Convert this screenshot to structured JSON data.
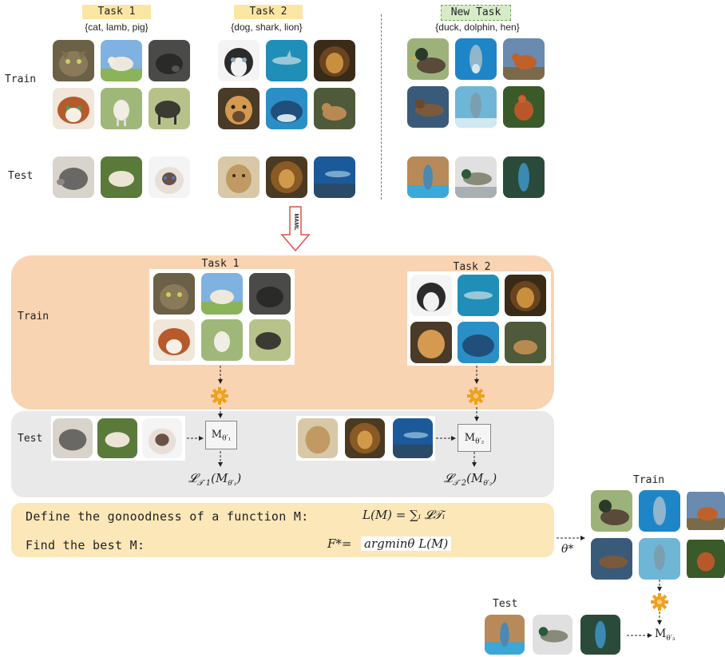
{
  "top": {
    "task1_label": "Task 1",
    "task1_set": "{cat, lamb, pig}",
    "task2_label": "Task 2",
    "task2_set": "{dog, shark, lion}",
    "newtask_label": "New Task",
    "newtask_set": "{duck, dolphin, hen}",
    "train_label": "Train",
    "test_label": "Test",
    "arrow_label": "MAML"
  },
  "meta": {
    "train_label": "Train",
    "test_label": "Test",
    "task1_label": "Task 1",
    "task2_label": "Task 2",
    "m1": "M",
    "m1_sub": "θ′₁",
    "m2": "M",
    "m2_sub": "θ′₂",
    "loss1": "𝓛",
    "loss1_sub": "𝒯 1",
    "loss1_arg": "(M",
    "loss1_argsub": "θ′₁",
    "loss1_close": ")",
    "loss2": "𝓛",
    "loss2_sub": "𝒯 2",
    "loss2_arg": "(M",
    "loss2_argsub": "θ′₂",
    "loss2_close": ")"
  },
  "definition": {
    "line1": "Define the gonoodness of a function M:",
    "formula1": "L(M) = ∑ᵢ 𝓛𝒯ᵢ",
    "line2": "Find the best M:",
    "formula2_left": "F*=",
    "formula2_right": "argminθ L(M)"
  },
  "newtask": {
    "theta": "θ*",
    "train_label": "Train",
    "test_label": "Test",
    "m3": "M",
    "m3_sub": "θ′₃"
  },
  "colors": {
    "train_panel": "#f8d4b3",
    "test_panel": "#e9e9e9",
    "definition_panel": "#fbe7b8",
    "task_label_bg": "#fbe6a2",
    "newtask_label_bg": "#d6ecc8",
    "arrow": "#e0504a"
  }
}
